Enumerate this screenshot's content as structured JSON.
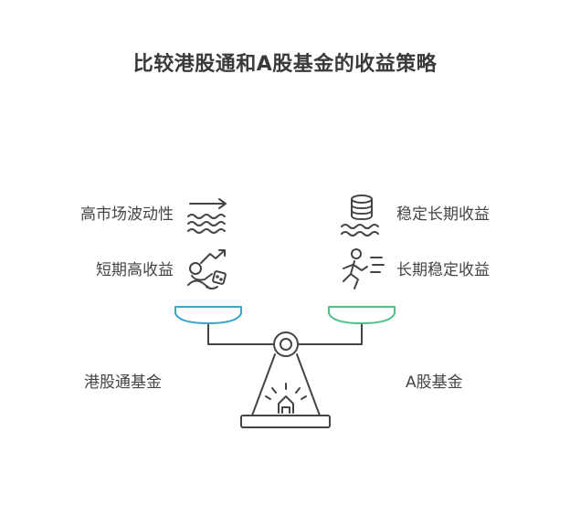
{
  "title": "比较港股通和A股基金的收益策略",
  "left_side": {
    "name": "港股通基金",
    "features": [
      {
        "label": "高市场波动性",
        "icon": "wave-trend-icon"
      },
      {
        "label": "短期高收益",
        "icon": "gambler-dice-icon"
      }
    ]
  },
  "right_side": {
    "name": "A股基金",
    "features": [
      {
        "label": "稳定长期收益",
        "icon": "coin-stack-icon"
      },
      {
        "label": "长期稳定收益",
        "icon": "runner-icon"
      }
    ]
  },
  "colors": {
    "left_pan": "#3aa6c9",
    "right_pan": "#4cc487",
    "stroke": "#444444",
    "title": "#3a3a3a"
  }
}
